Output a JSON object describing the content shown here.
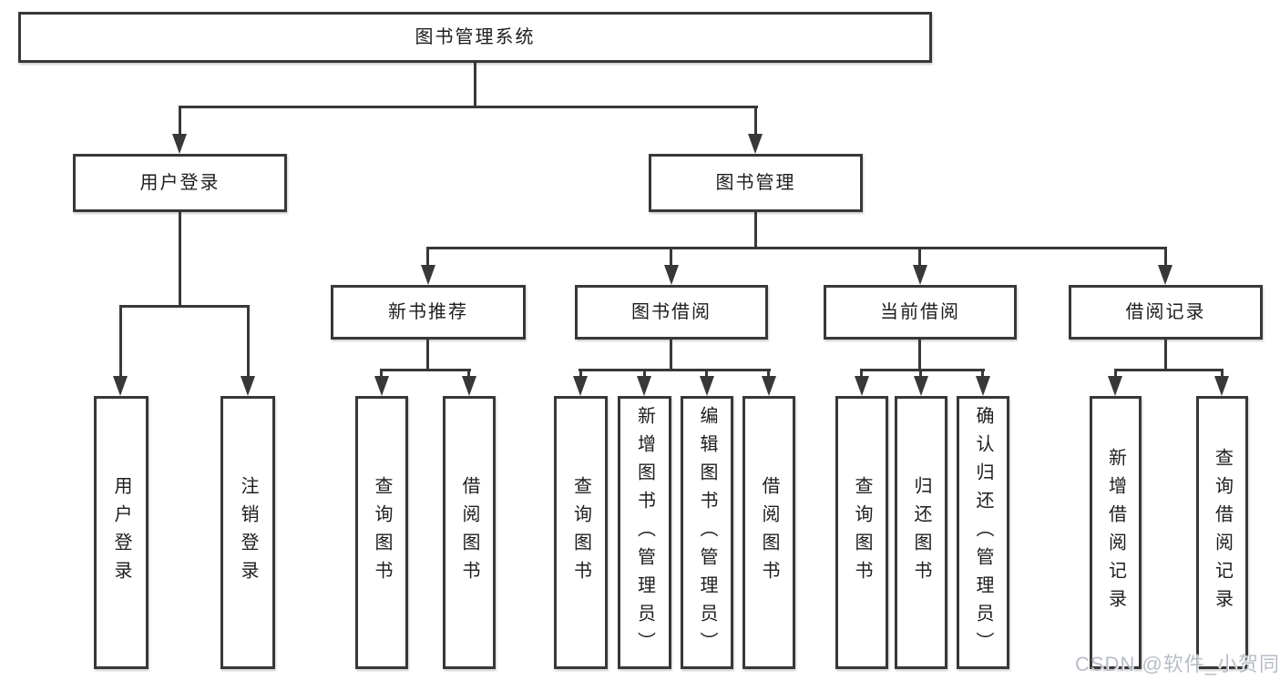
{
  "nodes": {
    "root": "图书管理系统",
    "user_login": "用户登录",
    "book_management": "图书管理",
    "new_book_recommend": "新书推荐",
    "book_borrow": "图书借阅",
    "current_borrow": "当前借阅",
    "borrow_records": "借阅记录",
    "user_login_leaf": "用户登录",
    "logout": "注销登录",
    "nb_query_books": "查询图书",
    "nb_borrow_books": "借阅图书",
    "bb_query_books": "查询图书",
    "bb_add_books_admin": "新增图书（管理员）",
    "bb_edit_books_admin": "编辑图书（管理员）",
    "bb_borrow_books": "借阅图书",
    "cb_query_books": "查询图书",
    "cb_return_books": "归还图书",
    "cb_confirm_return_admin": "确认归还（管理员）",
    "br_add_record": "新增借阅记录",
    "br_query_record": "查询借阅记录"
  },
  "watermark": "CSDN @软件_小贺同学",
  "colors": {
    "line": "#383838",
    "box_border": "#383838",
    "box_fill": "#ffffff",
    "text": "#1d1d1f",
    "background": "#ffffff",
    "watermark": "#b9bdc6"
  }
}
